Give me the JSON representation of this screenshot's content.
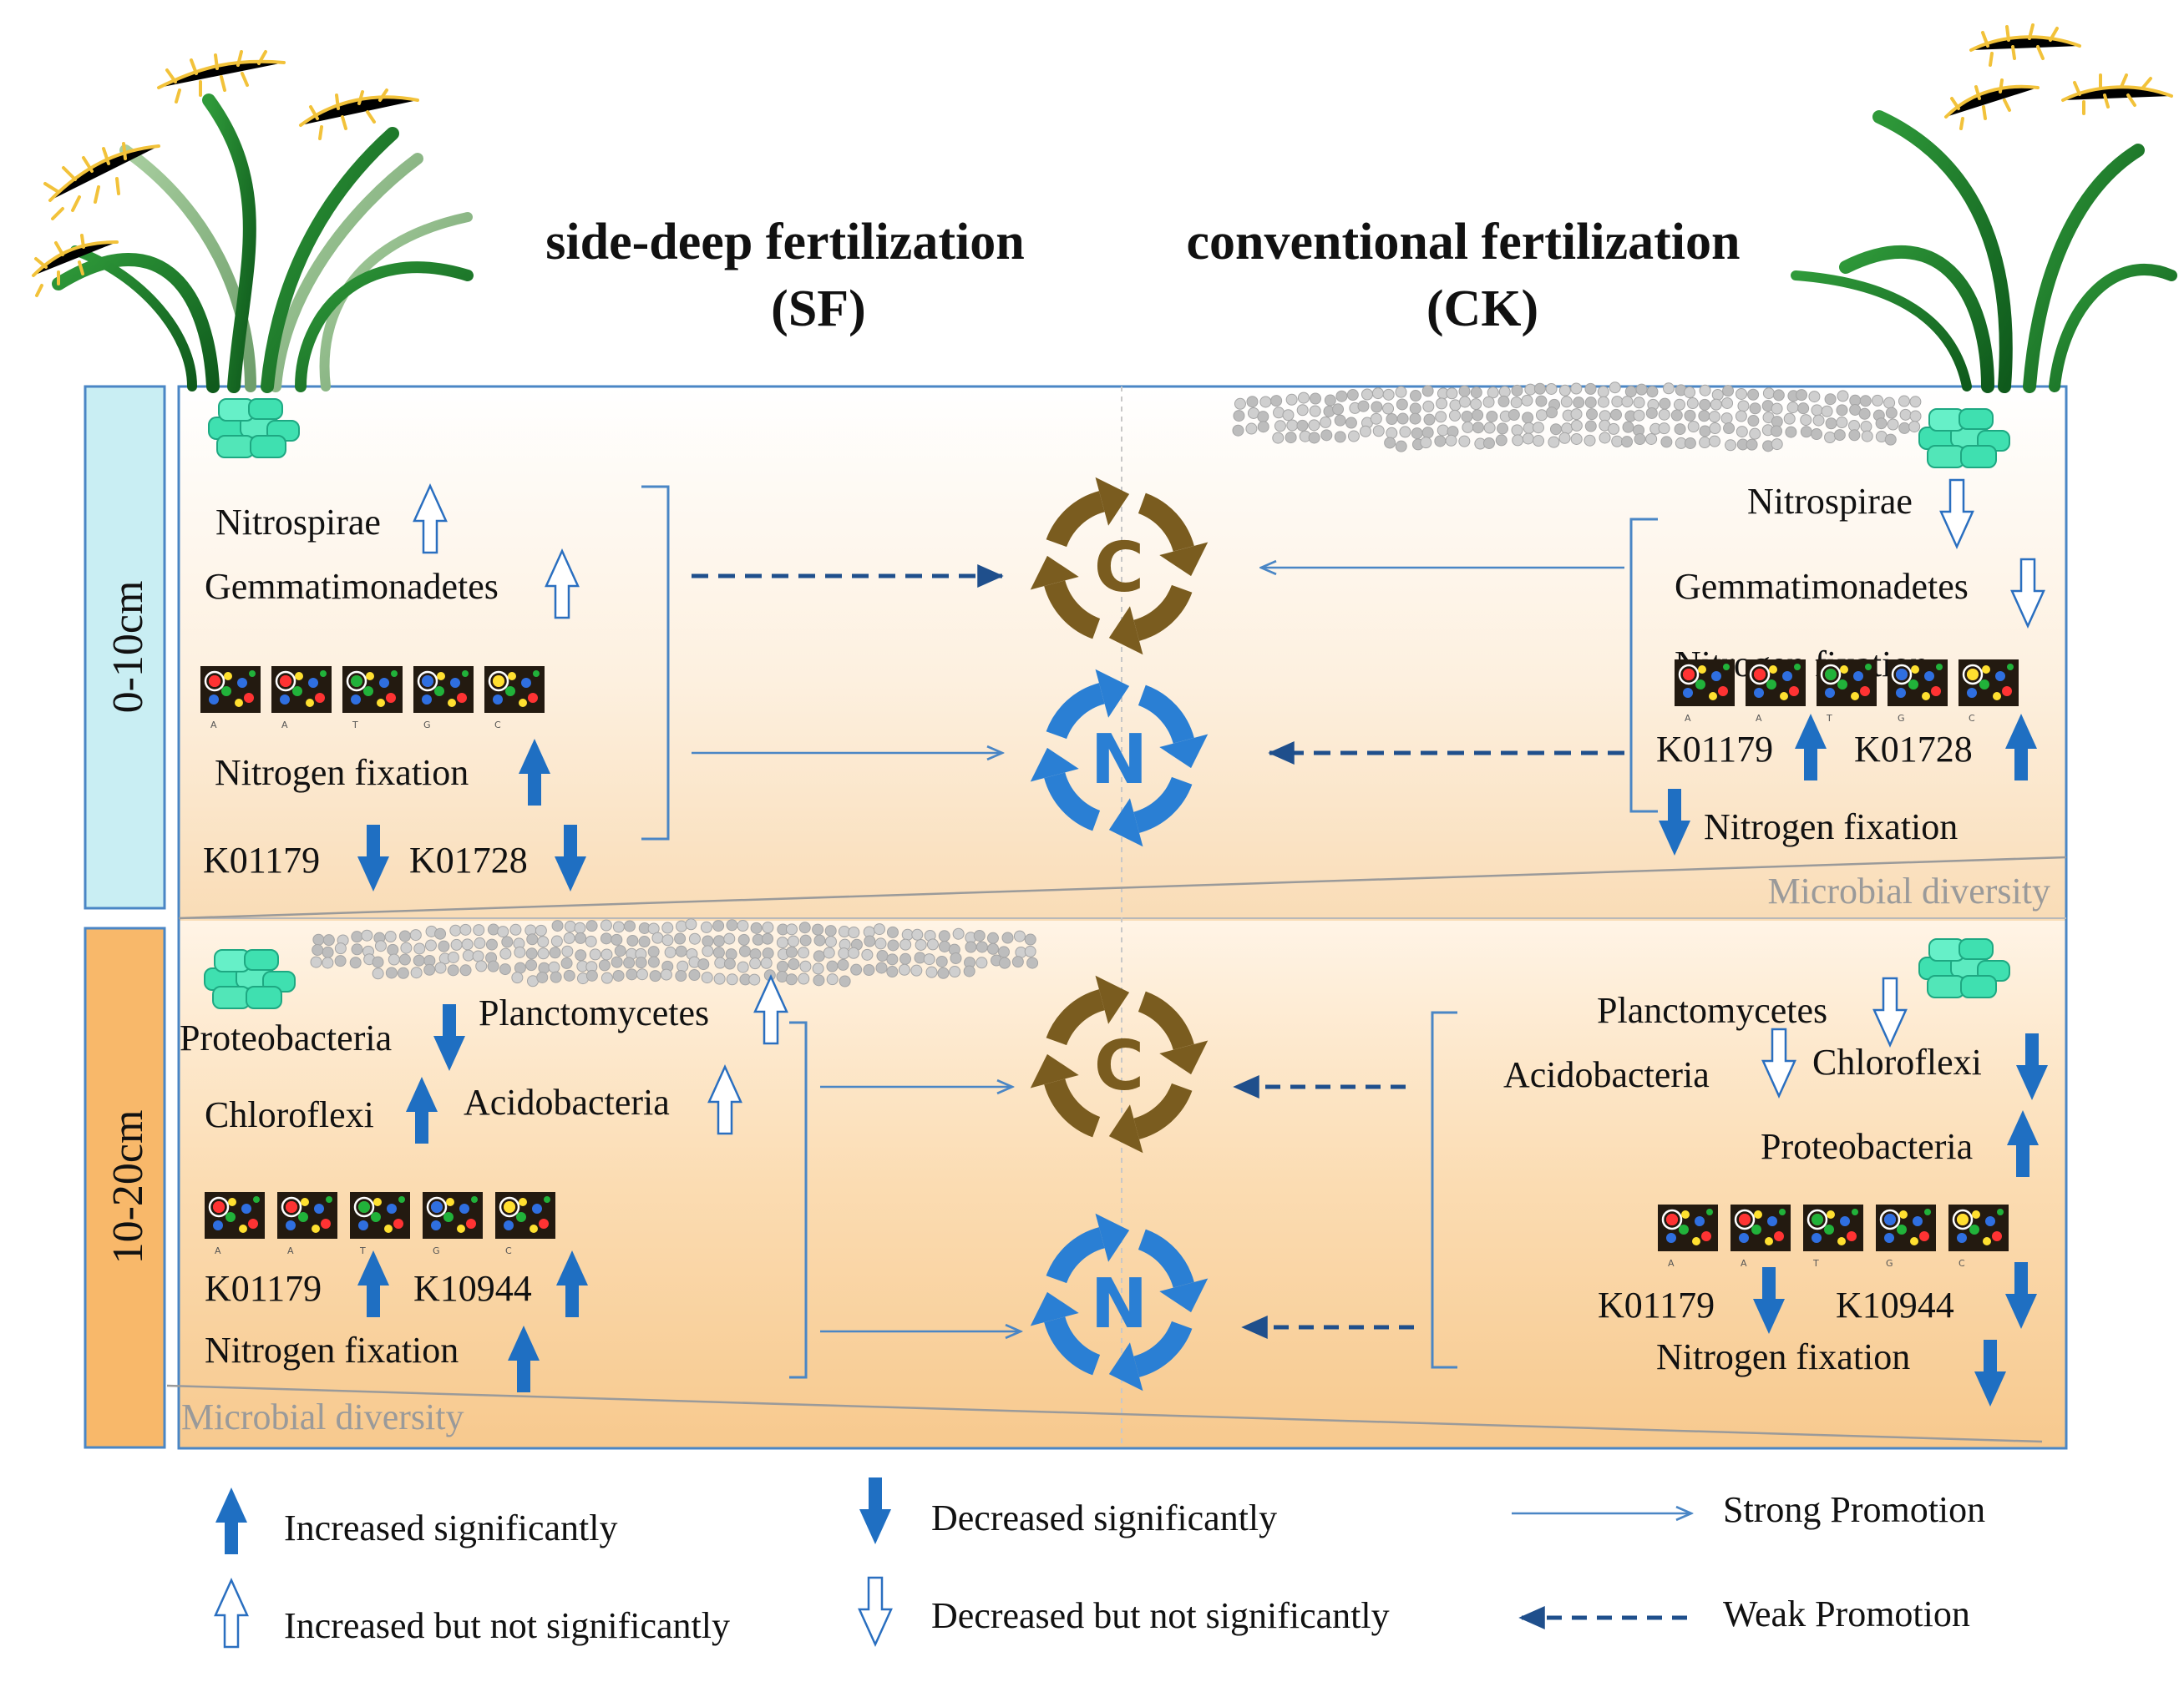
{
  "titles": {
    "sf_line1": "side-deep fertilization",
    "sf_line2": "(SF)",
    "ck_line1": "conventional fertilization",
    "ck_line2": "(CK)"
  },
  "depths": {
    "top": "0-10cm",
    "bottom": "10-20cm"
  },
  "cycles": {
    "carbon": "C",
    "nitrogen": "N"
  },
  "colors": {
    "carbon_cycle": "#7a5c1f",
    "nitrogen_cycle": "#2a7fd4",
    "strong_arrow": "#4a86c5",
    "weak_arrow": "#1f4f8c",
    "filled_arrow": "#1f6fc2",
    "band_top": "#bfe7ee",
    "band_bottom": "#f8b86a"
  },
  "sf_top": {
    "taxa": [
      "Nitrospirae",
      "Gemmatimonadetes"
    ],
    "function": "Nitrogen fixation",
    "genes": [
      "K01179",
      "K01728"
    ]
  },
  "ck_top": {
    "taxa": [
      "Nitrospirae",
      "Gemmatimonadetes"
    ],
    "genes": [
      "K01179",
      "K01728"
    ],
    "function": "Nitrogen fixation",
    "diversity": "Microbial diversity",
    "overlap_text": "Nitrogen fixation"
  },
  "sf_bottom": {
    "taxa": [
      "Proteobacteria",
      "Planctomycetes",
      "Chloroflexi",
      "Acidobacteria"
    ],
    "genes": [
      "K01179",
      "K10944"
    ],
    "function": "Nitrogen fixation",
    "diversity": "Microbial diversity"
  },
  "ck_bottom": {
    "taxa": [
      "Planctomycetes",
      "Acidobacteria",
      "Chloroflexi",
      "Proteobacteria"
    ],
    "genes": [
      "K01179",
      "K10944"
    ],
    "function": "Nitrogen fixation"
  },
  "dna_letters": [
    "A",
    "A",
    "T",
    "G",
    "C"
  ],
  "legend": {
    "inc_sig": "Increased significantly",
    "inc_nonsig": "Increased but not significantly",
    "dec_sig": "Decreased significantly",
    "dec_nonsig": "Decreased but not significantly",
    "strong": "Strong Promotion",
    "weak": "Weak Promotion"
  }
}
